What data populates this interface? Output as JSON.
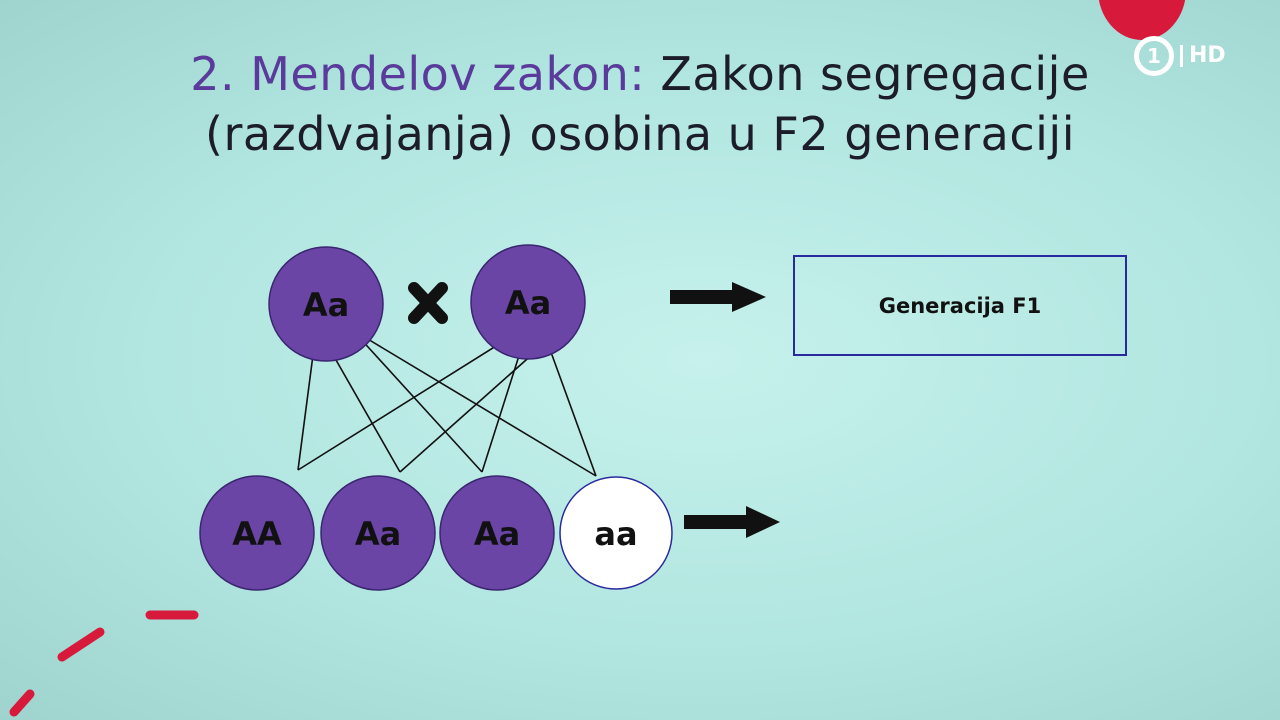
{
  "title": {
    "accent": "2. Mendelov zakon:",
    "rest_line1": " Zakon segregacije",
    "line2": "(razdvajanja) osobina u F2 generaciji"
  },
  "parents": [
    {
      "genotype": "Aa",
      "fill": "#6a45a6"
    },
    {
      "genotype": "Aa",
      "fill": "#6a45a6"
    }
  ],
  "cross_symbol": "✖",
  "offspring": [
    {
      "genotype": "AA",
      "fill": "#6a45a6"
    },
    {
      "genotype": "Aa",
      "fill": "#6a45a6"
    },
    {
      "genotype": "Aa",
      "fill": "#6a45a6"
    },
    {
      "genotype": "aa",
      "fill": "#ffffff"
    }
  ],
  "result_box": {
    "label": "Generacija F1"
  },
  "logo": {
    "number": "1",
    "text": "HD"
  },
  "colors": {
    "accent": "#5a3a9a",
    "circle": "#6a45a6",
    "box_border": "#2a2aa0",
    "decoration": "#d7193b"
  }
}
